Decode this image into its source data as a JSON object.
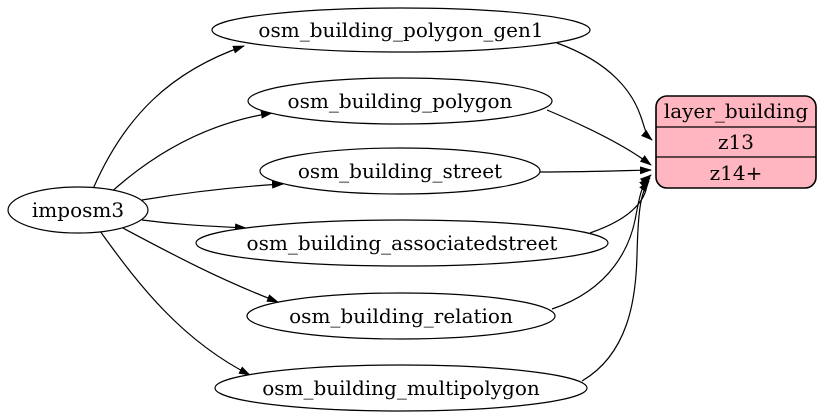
{
  "diagram": {
    "type": "graphviz-digraph",
    "background_color": "#ffffff",
    "edge_color": "#000000",
    "source_node": {
      "label": "imposm3"
    },
    "tables": [
      {
        "label": "osm_building_polygon_gen1"
      },
      {
        "label": "osm_building_polygon"
      },
      {
        "label": "osm_building_street"
      },
      {
        "label": "osm_building_associatedstreet"
      },
      {
        "label": "osm_building_relation"
      },
      {
        "label": "osm_building_multipolygon"
      }
    ],
    "layer_node": {
      "title": "layer_building",
      "zoom_rows": [
        {
          "label": "z13"
        },
        {
          "label": "z14+"
        }
      ],
      "fill_color": "#ffb6c1",
      "stroke_color": "#000000"
    },
    "edges": [
      {
        "from": "imposm3",
        "to": "osm_building_polygon_gen1"
      },
      {
        "from": "imposm3",
        "to": "osm_building_polygon"
      },
      {
        "from": "imposm3",
        "to": "osm_building_street"
      },
      {
        "from": "imposm3",
        "to": "osm_building_associatedstreet"
      },
      {
        "from": "imposm3",
        "to": "osm_building_relation"
      },
      {
        "from": "imposm3",
        "to": "osm_building_multipolygon"
      },
      {
        "from": "osm_building_polygon_gen1",
        "to": "layer_building",
        "target_row": "z13"
      },
      {
        "from": "osm_building_polygon",
        "to": "layer_building",
        "target_row": "z14+"
      },
      {
        "from": "osm_building_street",
        "to": "layer_building",
        "target_row": "z14+"
      },
      {
        "from": "osm_building_associatedstreet",
        "to": "layer_building",
        "target_row": "z14+"
      },
      {
        "from": "osm_building_relation",
        "to": "layer_building",
        "target_row": "z14+"
      },
      {
        "from": "osm_building_multipolygon",
        "to": "layer_building",
        "target_row": "z14+"
      }
    ]
  }
}
